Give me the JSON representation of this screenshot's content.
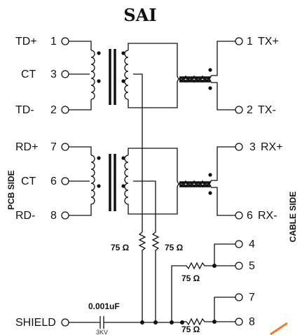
{
  "title": "SAI",
  "side_labels": {
    "pcb": "PCB SIDE",
    "cable": "CABLE SIDE"
  },
  "left_pins": [
    {
      "name": "TD+",
      "number": "1"
    },
    {
      "name": "CT",
      "number": "3"
    },
    {
      "name": "TD-",
      "number": "2"
    },
    {
      "name": "RD+",
      "number": "7"
    },
    {
      "name": "CT",
      "number": "6"
    },
    {
      "name": "RD-",
      "number": "8"
    }
  ],
  "right_pins": [
    {
      "number": "1",
      "name": "TX+"
    },
    {
      "number": "2",
      "name": "TX-"
    },
    {
      "number": "3",
      "name": "RX+"
    },
    {
      "number": "6",
      "name": "RX-"
    }
  ],
  "unused_pins": [
    "4",
    "5",
    "7",
    "8"
  ],
  "resistors": {
    "r_ct_tx": "75 Ω",
    "r_ct_rx": "75 Ω",
    "r_45": "75 Ω",
    "r_78": "75 Ω"
  },
  "shield": {
    "label": "SHIELD",
    "capacitor_value": "0.001uF",
    "capacitor_rating": "3KV"
  }
}
